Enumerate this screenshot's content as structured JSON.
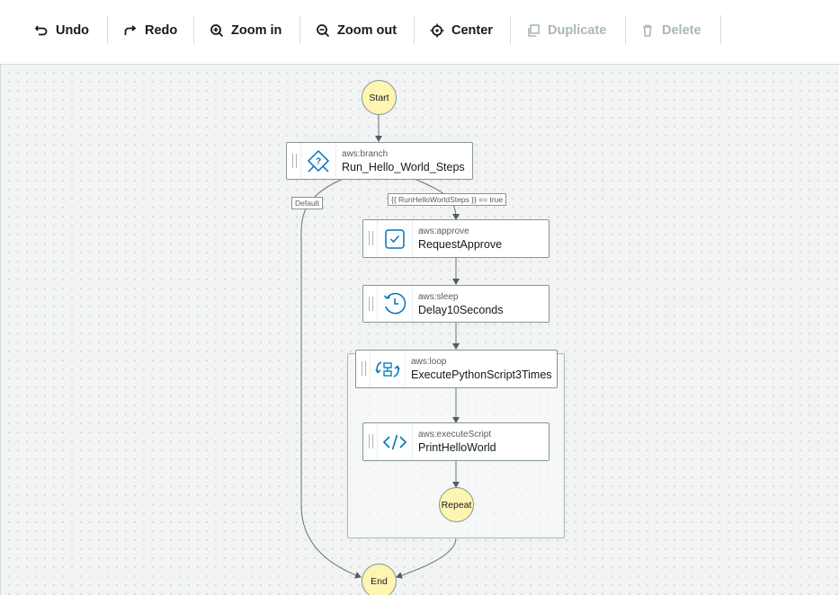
{
  "toolbar": {
    "undo": "Undo",
    "redo": "Redo",
    "zoom_in": "Zoom in",
    "zoom_out": "Zoom out",
    "center": "Center",
    "duplicate": "Duplicate",
    "delete": "Delete"
  },
  "flow": {
    "start": "Start",
    "end": "End",
    "repeat": "Repeat",
    "branch": {
      "type": "aws:branch",
      "name": "Run_Hello_World_Steps",
      "icon": "branch-icon"
    },
    "default_label": "Default",
    "condition_label": "{{ RunHelloWorldSteps }} == true",
    "approve": {
      "type": "aws:approve",
      "name": "RequestApprove",
      "icon": "approve-check-icon"
    },
    "sleep": {
      "type": "aws:sleep",
      "name": "Delay10Seconds",
      "icon": "sleep-clock-icon"
    },
    "loop": {
      "type": "aws:loop",
      "name": "ExecutePythonScript3Times",
      "icon": "loop-icon"
    },
    "script": {
      "type": "aws:executeScript",
      "name": "PrintHelloWorld",
      "icon": "code-icon"
    }
  },
  "colors": {
    "accent": "#0073bb",
    "circle_fill": "#fff5b3",
    "disabled": "#aab7b8"
  }
}
